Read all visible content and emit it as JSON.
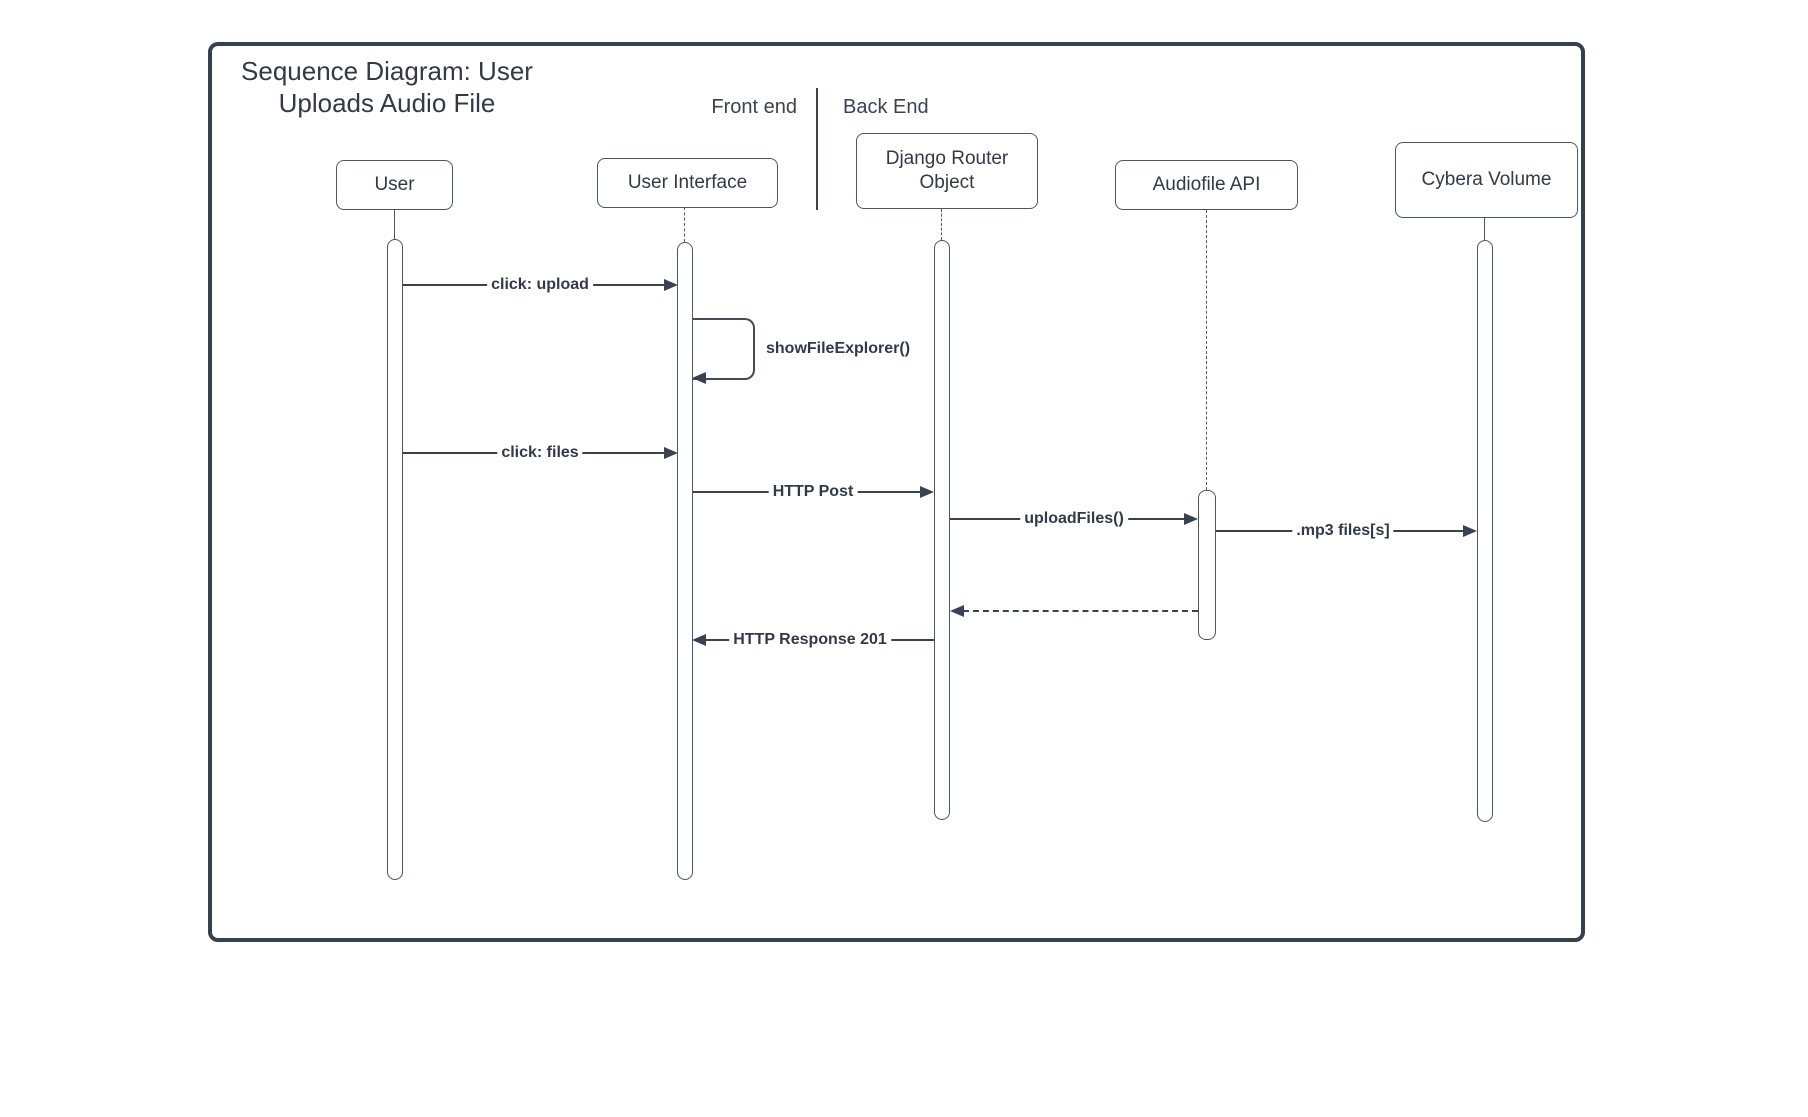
{
  "diagram": {
    "title": {
      "line1": "Sequence Diagram: User",
      "line2": "Uploads Audio File"
    },
    "zones": {
      "front_label": "Front end",
      "back_label": "Back End"
    },
    "actors": [
      {
        "label": "User",
        "zone": "front"
      },
      {
        "label": "User Interface",
        "zone": "front"
      },
      {
        "label": "Django Router Object",
        "zone": "back"
      },
      {
        "label": "Audiofile API",
        "zone": "back"
      },
      {
        "label": "Cybera Volume",
        "zone": "back"
      }
    ],
    "messages": [
      {
        "label": "click: upload",
        "from": "User",
        "to": "User Interface",
        "style": "solid-sync"
      },
      {
        "label": "showFileExplorer()",
        "from": "User Interface",
        "to": "User Interface",
        "style": "self-call"
      },
      {
        "label": "click: files",
        "from": "User",
        "to": "User Interface",
        "style": "solid-sync"
      },
      {
        "label": "HTTP Post",
        "from": "User Interface",
        "to": "Django Router Object",
        "style": "solid-sync"
      },
      {
        "label": "uploadFiles()",
        "from": "Django Router Object",
        "to": "Audiofile API",
        "style": "solid-sync"
      },
      {
        "label": ".mp3 files[s]",
        "from": "Audiofile API",
        "to": "Cybera Volume",
        "style": "solid-sync"
      },
      {
        "label": "",
        "from": "Audiofile API",
        "to": "Django Router Object",
        "style": "dashed-return"
      },
      {
        "label": "HTTP Response 201",
        "from": "Django Router Object",
        "to": "User Interface",
        "style": "solid-return"
      }
    ],
    "colors": {
      "stroke": "#3a4150",
      "text": "#343a47",
      "box_border": "#4d5563",
      "background": "#ffffff"
    }
  }
}
